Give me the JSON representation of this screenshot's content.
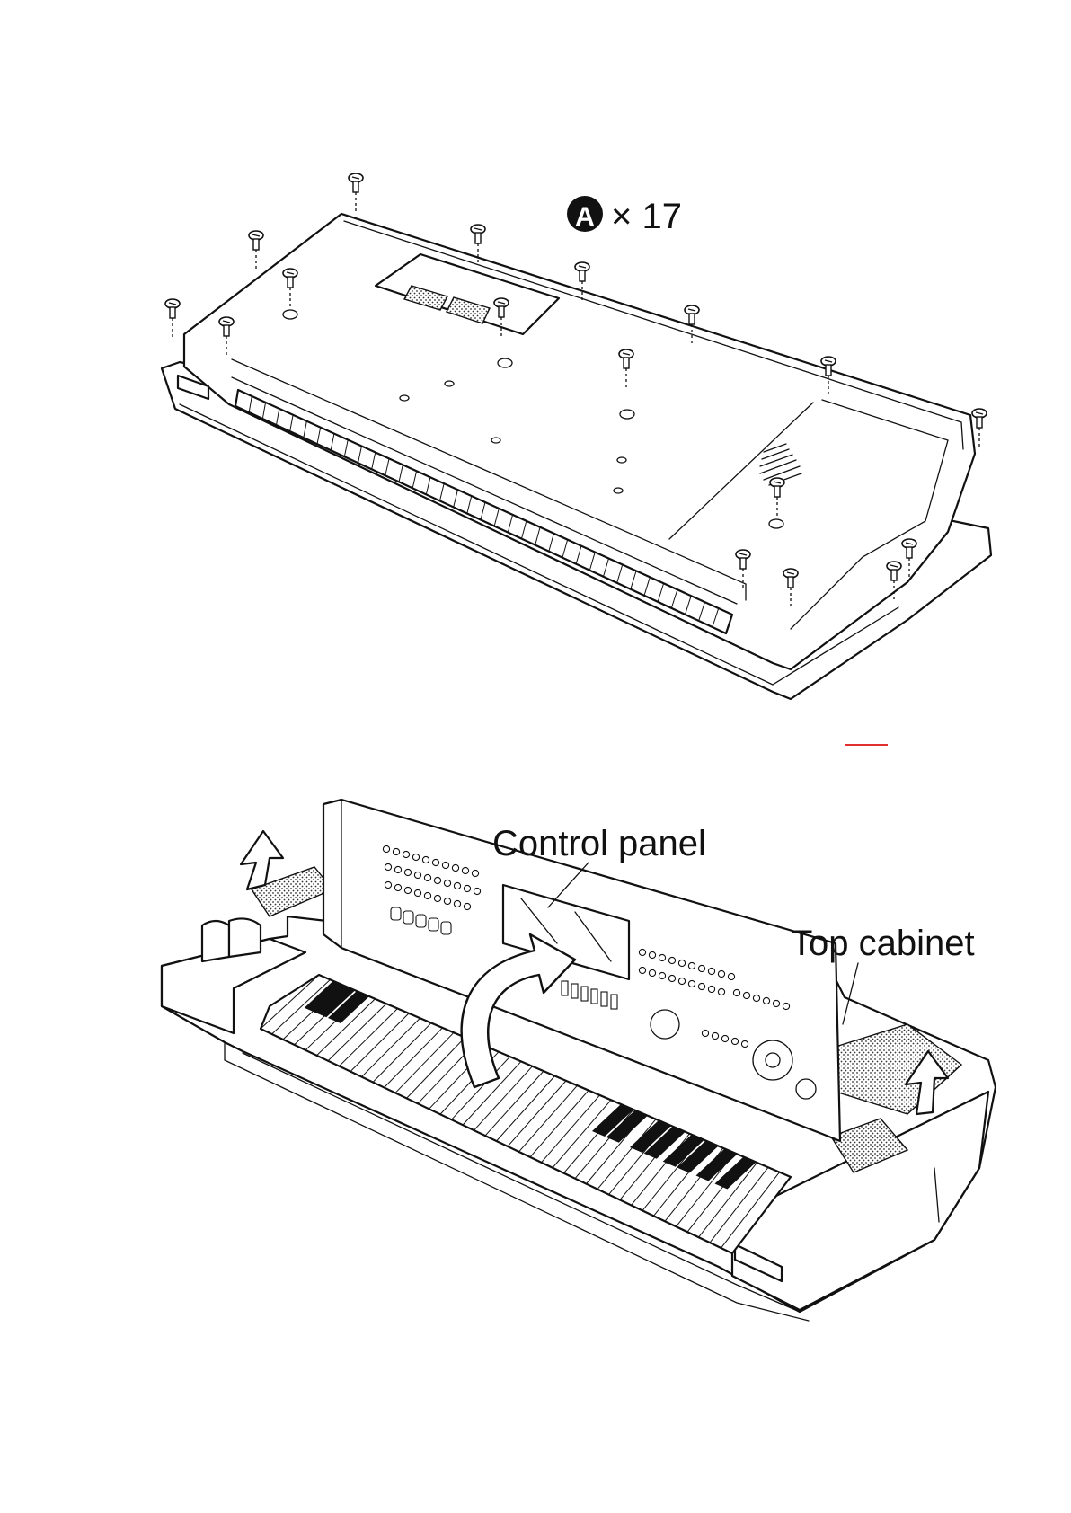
{
  "figure_top": {
    "screw_symbol": "A",
    "screw_count_label": "× 17",
    "screw_count": 17
  },
  "figure_bottom": {
    "labels": {
      "control_panel": "Control panel",
      "top_cabinet": "Top cabinet"
    }
  },
  "colors": {
    "ink": "#111111",
    "paper": "#ffffff",
    "shade": "#d6d6d6",
    "accent_mark": "#e03030"
  },
  "icons": [
    "screw-icon",
    "lift-up-arrow-icon",
    "flip-arrow-icon"
  ]
}
